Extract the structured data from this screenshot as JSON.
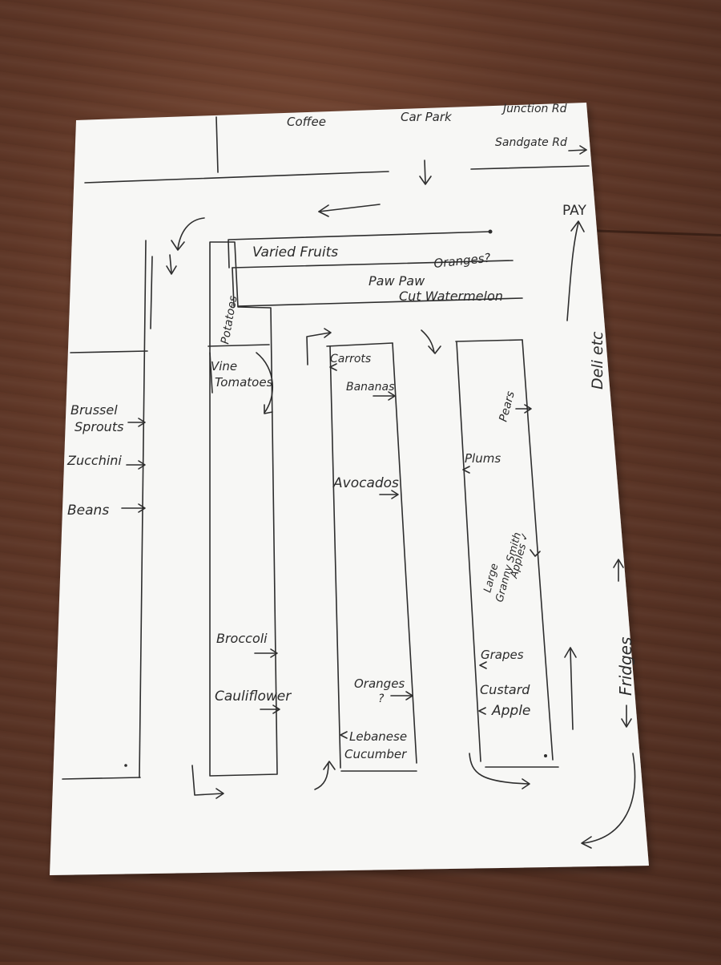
{
  "map": {
    "top": {
      "coffee": "Coffee",
      "car_park": "Car Park",
      "junction_rd": "Junction Rd",
      "sandgate_rd": "Sandgate Rd"
    },
    "right": {
      "pay": "PAY",
      "deli": "Deli etc",
      "fridges": "Fridges"
    },
    "back_wall": {
      "varied_fruits": "Varied Fruits",
      "oranges_q": "Oranges?",
      "paw_paw": "Paw Paw",
      "cut_watermelon": "Cut Watermelon"
    },
    "left_wall": {
      "brussel": "Brussel",
      "sprouts": "Sprouts",
      "zucchini": "Zucchini",
      "beans": "Beans"
    },
    "aisle1": {
      "potatoes": "Potatoes",
      "vine": "Vine",
      "tomatoes": "Tomatoes",
      "broccoli": "Broccoli",
      "cauliflower": "Cauliflower"
    },
    "aisle2": {
      "carrots": "Carrots",
      "bananas": "Bananas",
      "avocados": "Avocados",
      "oranges": "Oranges",
      "oranges_q": "?",
      "lebanese": "Lebanese",
      "cucumber": "Cucumber"
    },
    "aisle3": {
      "pears": "Pears",
      "plums": "Plums",
      "large": "Large",
      "granny_smith": "Granny Smith",
      "apples": "Apples ✓",
      "grapes": "Grapes",
      "custard": "Custard",
      "apple": "Apple"
    }
  }
}
